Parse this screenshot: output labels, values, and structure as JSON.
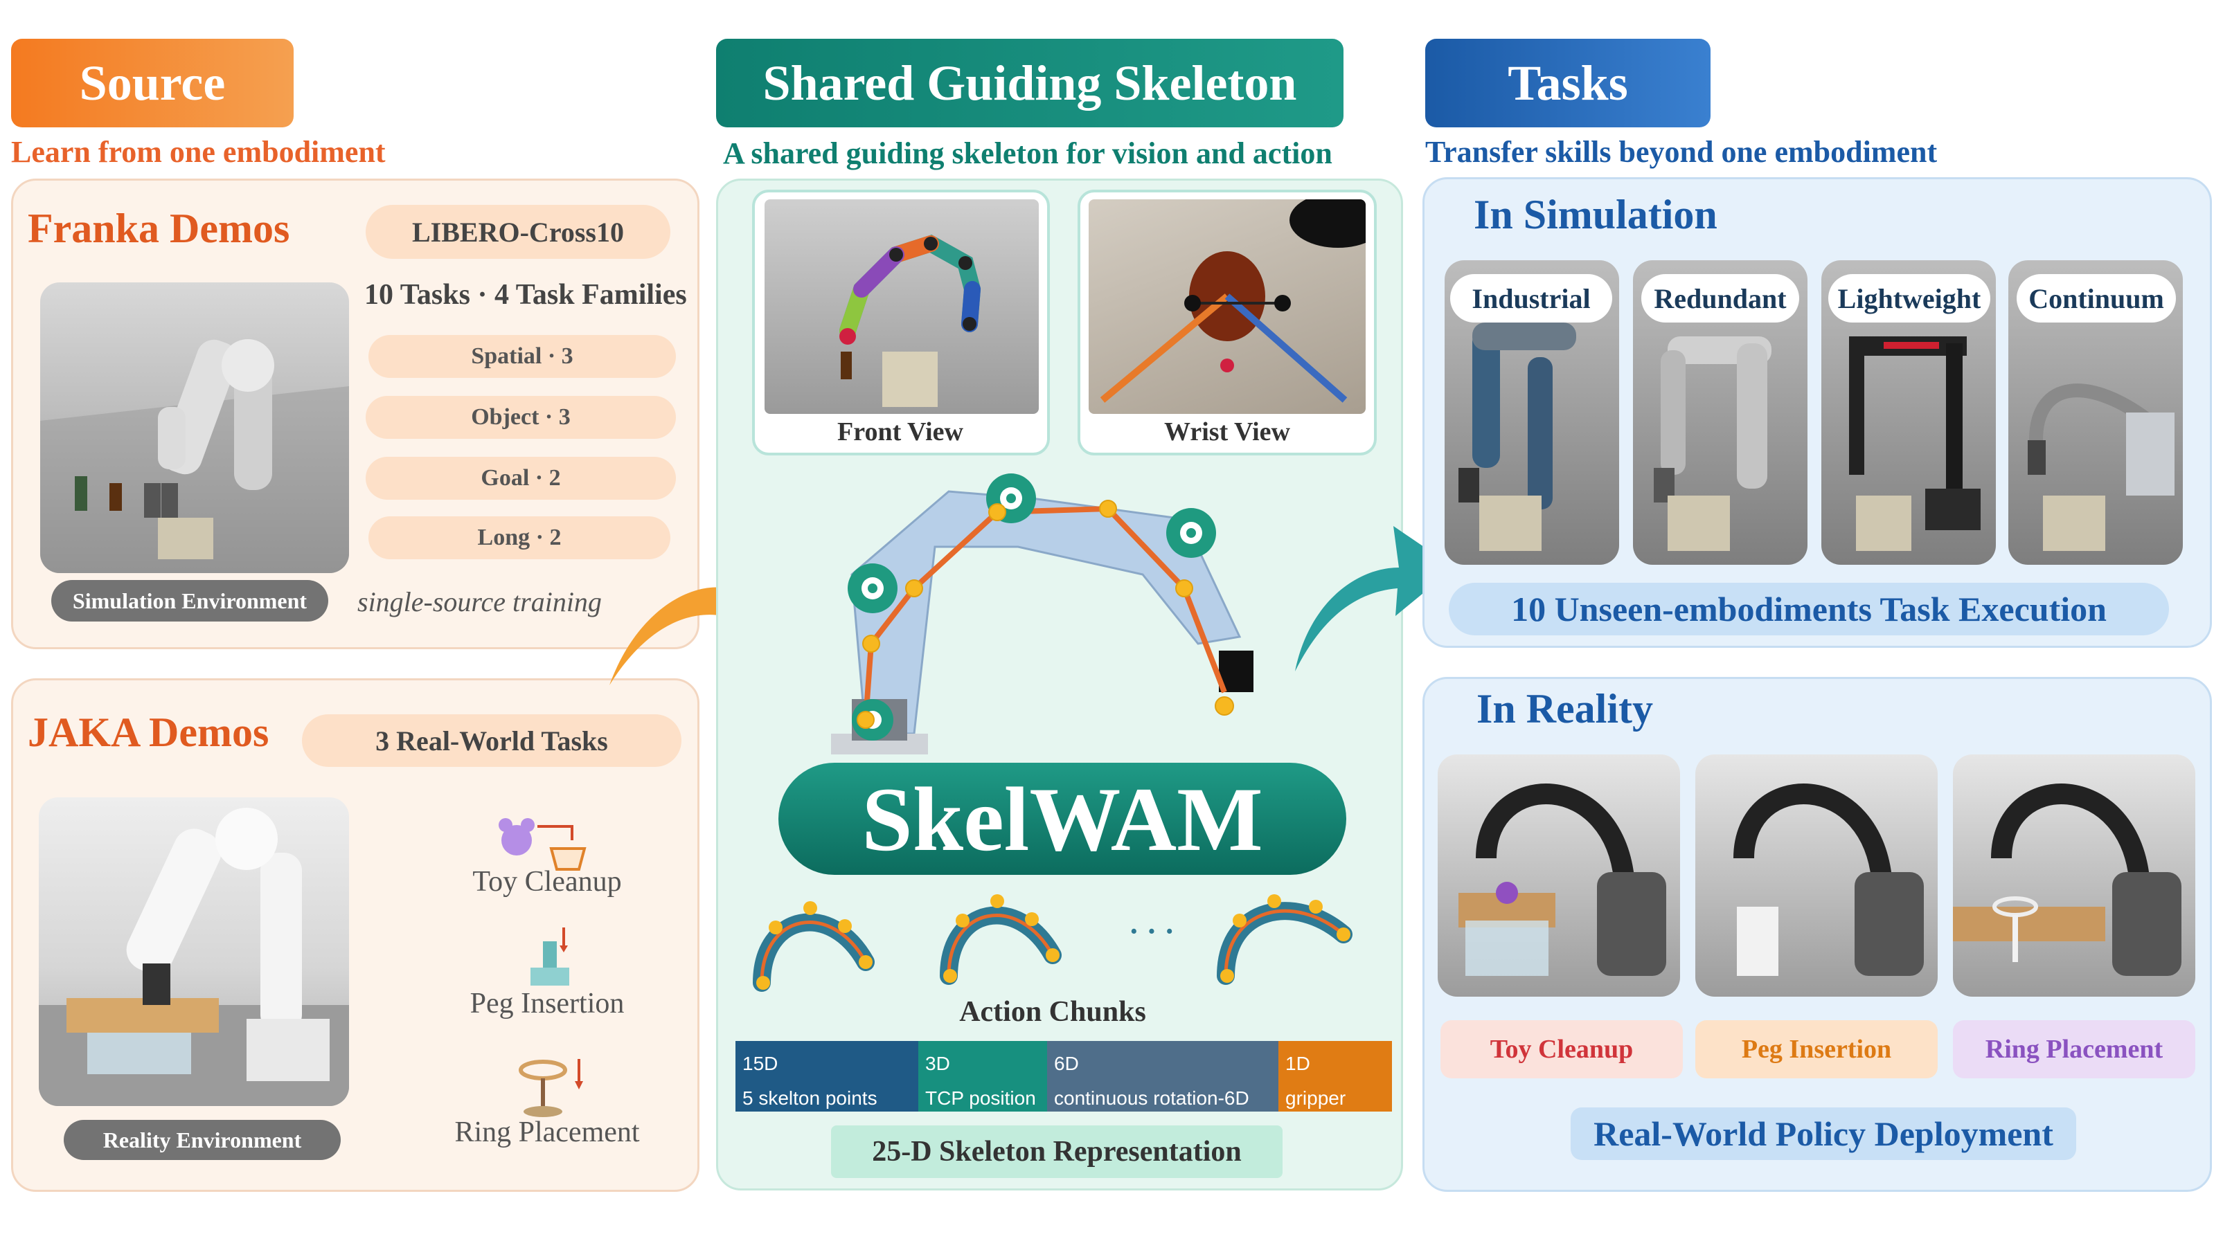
{
  "source": {
    "header": "Source",
    "subtitle": "Learn from one embodiment",
    "franka": {
      "title": "Franka Demos",
      "badge": "LIBERO-Cross10",
      "tasks_line": "10 Tasks · 4 Task Families",
      "families": [
        "Spatial · 3",
        "Object · 3",
        "Goal · 2",
        "Long · 2"
      ],
      "env_label": "Simulation Environment",
      "training_note": "single-source training"
    },
    "jaka": {
      "title": "JAKA Demos",
      "badge": "3 Real-World Tasks",
      "env_label": "Reality Environment",
      "tasks": [
        "Toy Cleanup",
        "Peg Insertion",
        "Ring Placement"
      ]
    }
  },
  "skeleton": {
    "header": "Shared Guiding Skeleton",
    "subtitle": "A shared guiding skeleton for vision and action",
    "views": [
      "Front View",
      "Wrist View"
    ],
    "model_name": "SkelWAM",
    "ellipsis": "· · ·",
    "chunks_label": "Action Chunks",
    "segments": [
      {
        "dim": "15D",
        "desc": "5 skelton points",
        "color": "#1f5a86"
      },
      {
        "dim": "3D",
        "desc": "TCP position",
        "color": "#17907f"
      },
      {
        "dim": "6D",
        "desc": "continuous rotation-6D",
        "color": "#4f6e8a"
      },
      {
        "dim": "1D",
        "desc": "gripper",
        "color": "#e07c14"
      }
    ],
    "repr_label": "25-D Skeleton Representation"
  },
  "tasks": {
    "header": "Tasks",
    "subtitle": "Transfer skills beyond one embodiment",
    "simulation": {
      "title": "In Simulation",
      "embodiments": [
        "Industrial",
        "Redundant",
        "Lightweight",
        "Continuum"
      ],
      "footer": "10 Unseen-embodiments Task Execution"
    },
    "reality": {
      "title": "In Reality",
      "tasks": [
        "Toy Cleanup",
        "Peg Insertion",
        "Ring Placement"
      ],
      "task_colors": [
        "#d0343a",
        "#dd7a14",
        "#8a52c0"
      ],
      "footer": "Real-World Policy Deployment"
    }
  },
  "colors": {
    "source_accent": "#e8622a",
    "skeleton_accent": "#1a8a78",
    "tasks_accent": "#1b5aa6"
  }
}
